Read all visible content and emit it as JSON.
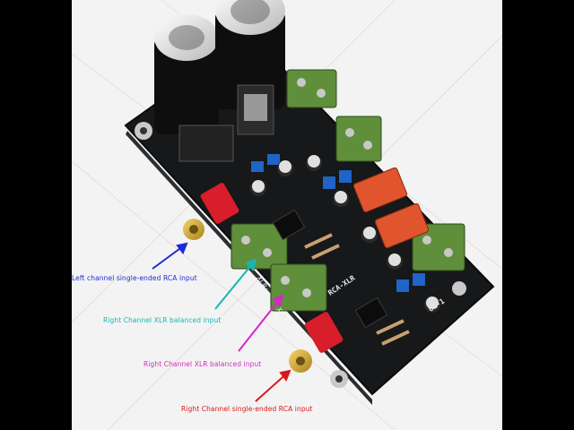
{
  "image": {
    "subject": "audio amplifier circuit board product photo",
    "board_silkscreen": [
      "RCA-XLR",
      "U1-1",
      "XLR-",
      "XLR+"
    ]
  },
  "annotations": [
    {
      "id": "left-rca",
      "text": "Left channel single-ended RCA input",
      "color": "#1c2bd8"
    },
    {
      "id": "right-xlr-1",
      "text": "Right Channel XLR balanced input",
      "color": "#18b6b0"
    },
    {
      "id": "right-xlr-2",
      "text": "Right Channel XLR balanced input",
      "color": "#d428c6"
    },
    {
      "id": "right-rca",
      "text": "Right Channel single-ended RCA input",
      "color": "#d91a1a"
    }
  ],
  "colors": {
    "pcb": "#16181a",
    "terminal_green": "#5f8f3a",
    "relay_orange": "#e0552e",
    "rca_red": "#d81e2a",
    "background": "#f3f3f3"
  }
}
